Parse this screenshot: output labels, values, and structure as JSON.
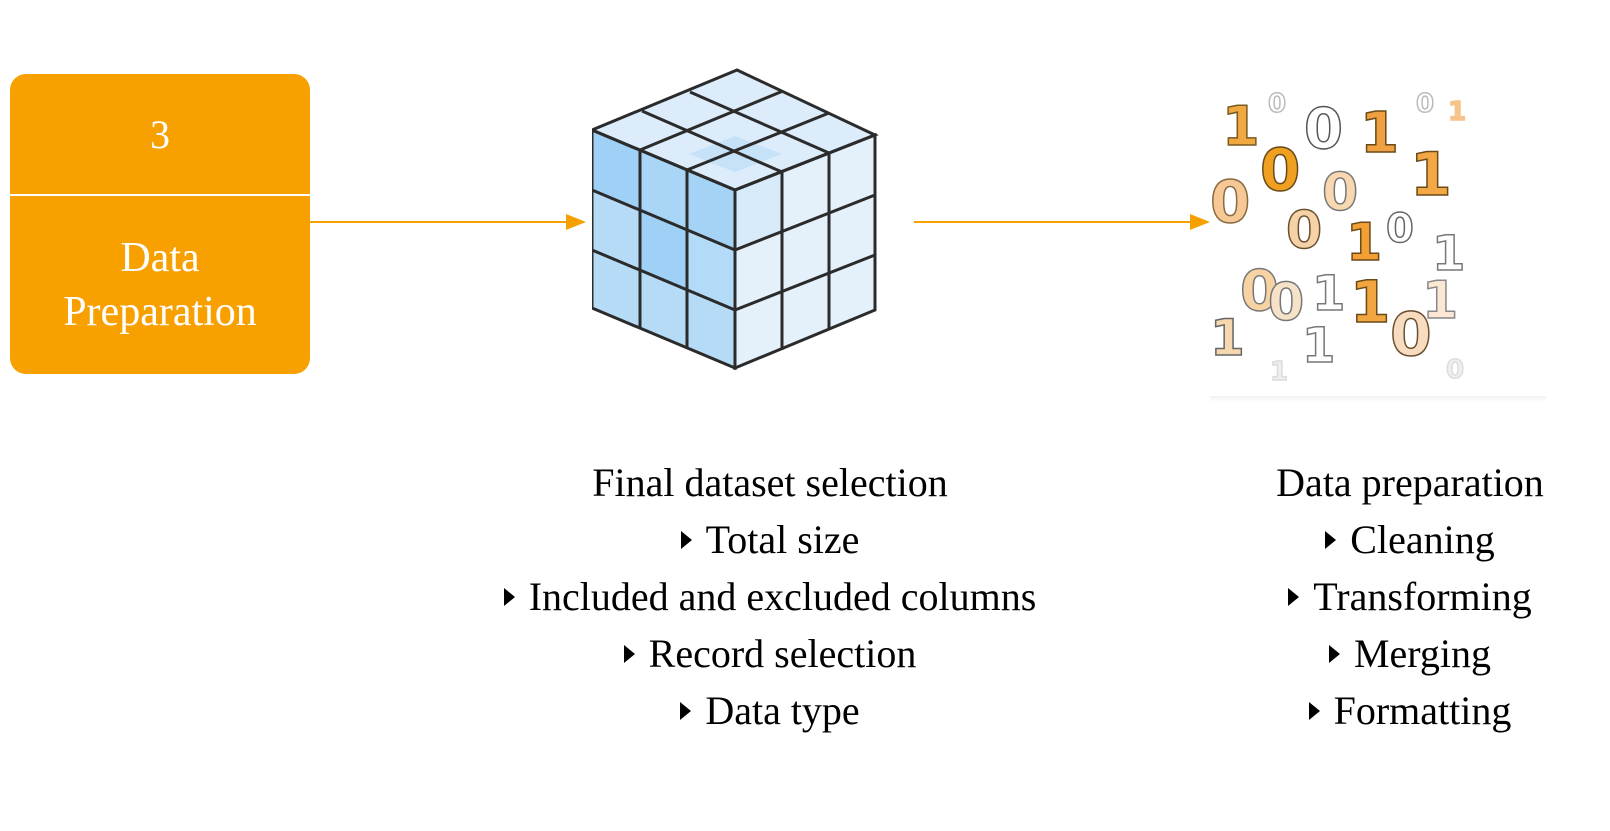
{
  "step": {
    "number": "3",
    "title_lines": [
      "Data",
      "Preparation"
    ]
  },
  "dataset_selection": {
    "heading": "Final dataset selection",
    "items": [
      "Total size",
      "Included and excluded columns",
      "Record selection",
      "Data type"
    ]
  },
  "data_preparation": {
    "heading": "Data preparation",
    "items": [
      "Cleaning",
      "Transforming",
      "Merging",
      "Formatting"
    ]
  },
  "icons": {
    "cube": "data-cube-icon",
    "binary": "binary-digits-icon"
  },
  "binary_digits": [
    "1",
    "0",
    "0",
    "1",
    "0",
    "1",
    "0",
    "0",
    "0",
    "1",
    "0",
    "1",
    "0",
    "1",
    "0",
    "1",
    "0",
    "1",
    "1",
    "0",
    "1",
    "1",
    "0",
    "1"
  ],
  "colors": {
    "accent": "#f7a000",
    "arrow": "#f7a000",
    "cube_front_light": "#c7e3f7",
    "cube_front_dark": "#9fd0f5",
    "cube_top": "#dcecfa",
    "cube_right": "#e4f1fb",
    "cube_edge": "#2b2b2b"
  }
}
